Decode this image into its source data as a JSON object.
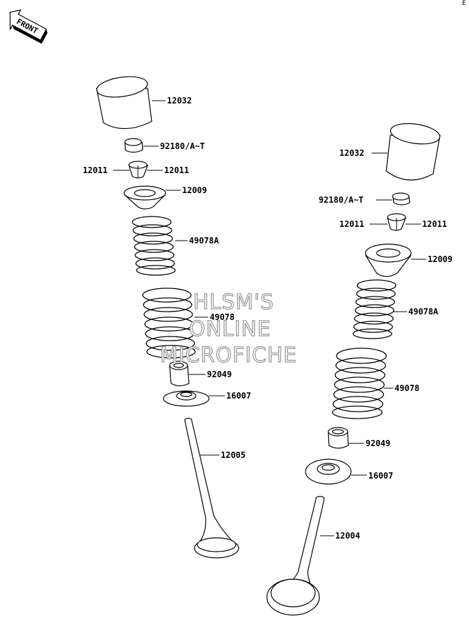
{
  "corner_mark": "E",
  "front_label": "FRONT",
  "watermark": {
    "line1": "HLSM'S",
    "line2": "ONLINE",
    "line3": "MICROFICHE"
  },
  "left_labels": {
    "tappet": "12032",
    "shim": "92180/A~T",
    "cotter_left": "12011",
    "cotter_right": "12011",
    "retainer": "12009",
    "inner_spring": "49078A",
    "outer_spring": "49078",
    "seal": "92049",
    "seat": "16007",
    "valve": "12005"
  },
  "right_labels": {
    "tappet": "12032",
    "shim": "92180/A~T",
    "cotter_left": "12011",
    "cotter_right": "12011",
    "retainer": "12009",
    "inner_spring": "49078A",
    "outer_spring": "49078",
    "seal": "92049",
    "seat": "16007",
    "valve": "12004"
  }
}
